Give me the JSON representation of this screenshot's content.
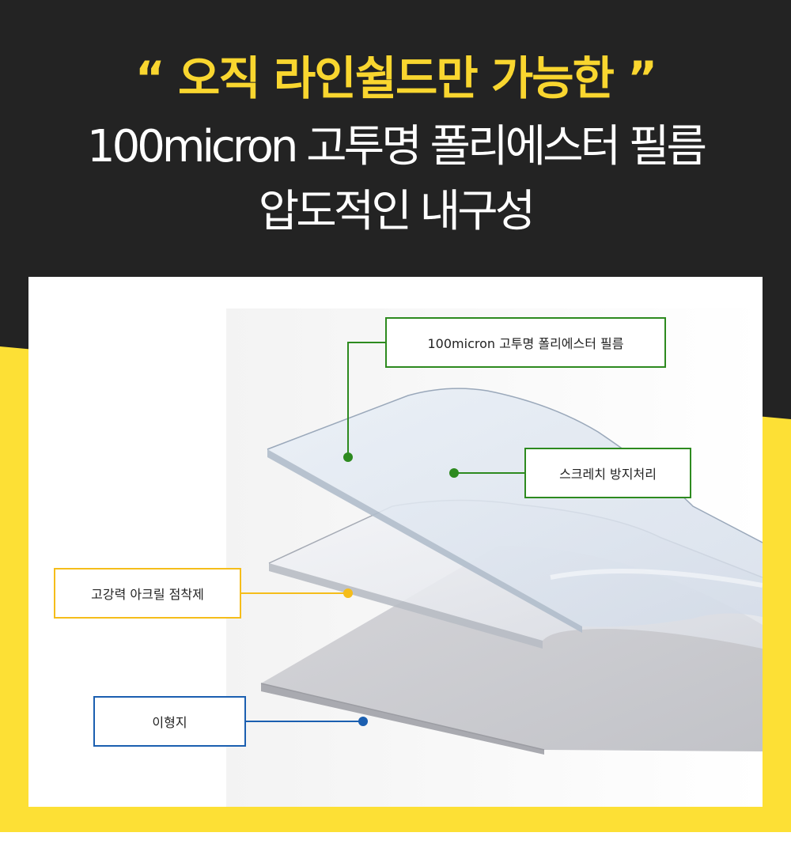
{
  "headline": {
    "line1": "“ 오직 라인쉴드만 가능한 ”",
    "line2": "100micron 고투명 폴리에스터 필름",
    "line3": "압도적인 내구성"
  },
  "diagram": {
    "labels": {
      "film": "100micron 고투명 폴리에스터 필름",
      "scratch": "스크레치 방지처리",
      "adhesive": "고강력 아크릴 점착제",
      "liner": "이형지"
    },
    "colors": {
      "background_dark": "#232323",
      "accent_yellow": "#fde035",
      "headline_yellow": "#f9d62f",
      "film_green": "#2d8a1f",
      "adhesive_yellow": "#f5bd1a",
      "liner_blue": "#1b5fb0"
    }
  }
}
